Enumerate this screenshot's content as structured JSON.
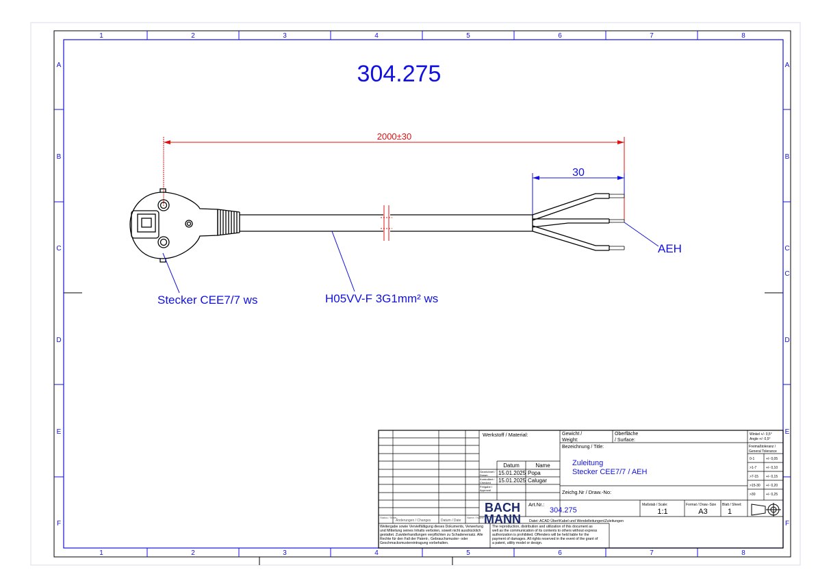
{
  "part_number": "304.275",
  "dimensions": {
    "total_length": "2000±30",
    "strip_length": "30"
  },
  "labels": {
    "plug": "Stecker CEE7/7  ws",
    "cable": "H05VV-F 3G1mm²  ws",
    "wire_end": "AEH"
  },
  "frame": {
    "columns": [
      "1",
      "2",
      "3",
      "4",
      "5",
      "6",
      "7",
      "8"
    ],
    "rows": [
      "A",
      "B",
      "C",
      "D",
      "E",
      "F"
    ],
    "right_rows": [
      "A",
      "B",
      "C",
      "C",
      "D",
      "E",
      "F"
    ]
  },
  "title_block": {
    "material_label": "Werkstoff / Material:",
    "weight_label_1": "Gewicht /",
    "weight_label_2": "Weight:",
    "surface_label_1": "Oberfläche",
    "surface_label_2": "/ Surface:",
    "angle_tol_1": "Winkel +/- 0,5°",
    "angle_tol_2": "Angle +/- 0,5°",
    "free_tol_1": "Freimaßtoleranz /",
    "free_tol_2": "General Tolerance",
    "tolerances": [
      {
        "range": "0-1",
        "value": "+/- 0,05"
      },
      {
        "range": ">1-7",
        "value": "+/- 0,10"
      },
      {
        "range": ">7-15",
        "value": "+/- 0,15"
      },
      {
        "range": ">15-30",
        "value": "+/- 0,20"
      },
      {
        "range": ">30",
        "value": "+/- 0,25"
      }
    ],
    "title_label": "Bezeichnung / Title:",
    "title_line_1": "Zuleitung",
    "title_line_2": "Stecker CEE7/7  / AEH",
    "drawing_no_label": "Zeichg.Nr / Draw.-No:",
    "date_header": "Datum",
    "name_header": "Name",
    "drawn_label_1": "Gezeichnet /",
    "drawn_label_2": "Drawn",
    "drawn_date": "15.01.2025",
    "drawn_name": "Popa",
    "checked_label_1": "Kontrolliert /",
    "checked_label_2": "Checked",
    "checked_date": "15.01.2025",
    "checked_name": "Calugar",
    "approved_label_1": "Freigabe /",
    "approved_label_2": "Approval",
    "logo_line_1": "BACH",
    "logo_line_2": "MANN",
    "art_label": "Art.Nr.:",
    "art_number": "304.275",
    "scale_label": "Maßstab / Scale:",
    "scale": "1:1",
    "format_label": "Format / Draw.-Size",
    "format": "A3",
    "sheet_label": "Blatt / Sheet:",
    "sheet": "1",
    "file_label": "Datei: ACAD Über\\Kabel und Wendelleitungen\\Zuleitungen",
    "status_header": "Status / State",
    "changes_header": "Änderungen / Changes",
    "date_small_header": "Datum / Date",
    "name_small_header": "Name / Name",
    "notice_de": [
      "Weitergabe sowie Vervielfältigung dieses Dokuments, Verwertung",
      "und Mitteilung seines Inhalts verboten, soweit nicht ausdrücklich",
      "gestattet. Zuwiderhandlungen verpflichten zu Schadenersatz. Alle",
      "Rechte für den Fall der Patent-, Gebrauchsmuster- oder",
      "Geschmacksmustereintragung vorbehalten."
    ],
    "notice_en": [
      "The reproduction, distribution and utilization of this document as",
      "well as the communication of its contents to others without express",
      "authorization is prohibited. Offenders will be held liable for the",
      "payment of damages. All rights reserved in the event of the grant of",
      "a patent, utility model or design."
    ]
  },
  "colors": {
    "frame": "#1010e0",
    "dimension": "#e01010",
    "text": "#1010e0",
    "line": "#000000"
  }
}
